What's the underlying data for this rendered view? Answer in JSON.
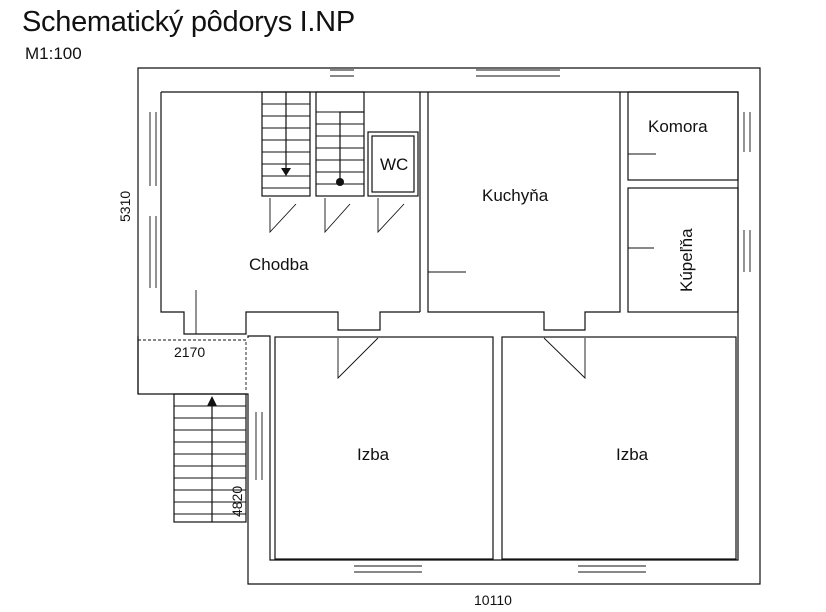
{
  "header": {
    "title": "Schematický pôdorys I.NP",
    "scale": "M1:100"
  },
  "rooms": {
    "hall": "Chodba",
    "kitchen": "Kuchyňa",
    "pantry": "Komora",
    "bathroom": "Kúpeľňa",
    "wc": "WC",
    "room_left": "Izba",
    "room_right": "Izba"
  },
  "dimensions": {
    "height_upper": "5310",
    "terrace_width": "2170",
    "height_lower": "4820",
    "total_width": "10110"
  }
}
